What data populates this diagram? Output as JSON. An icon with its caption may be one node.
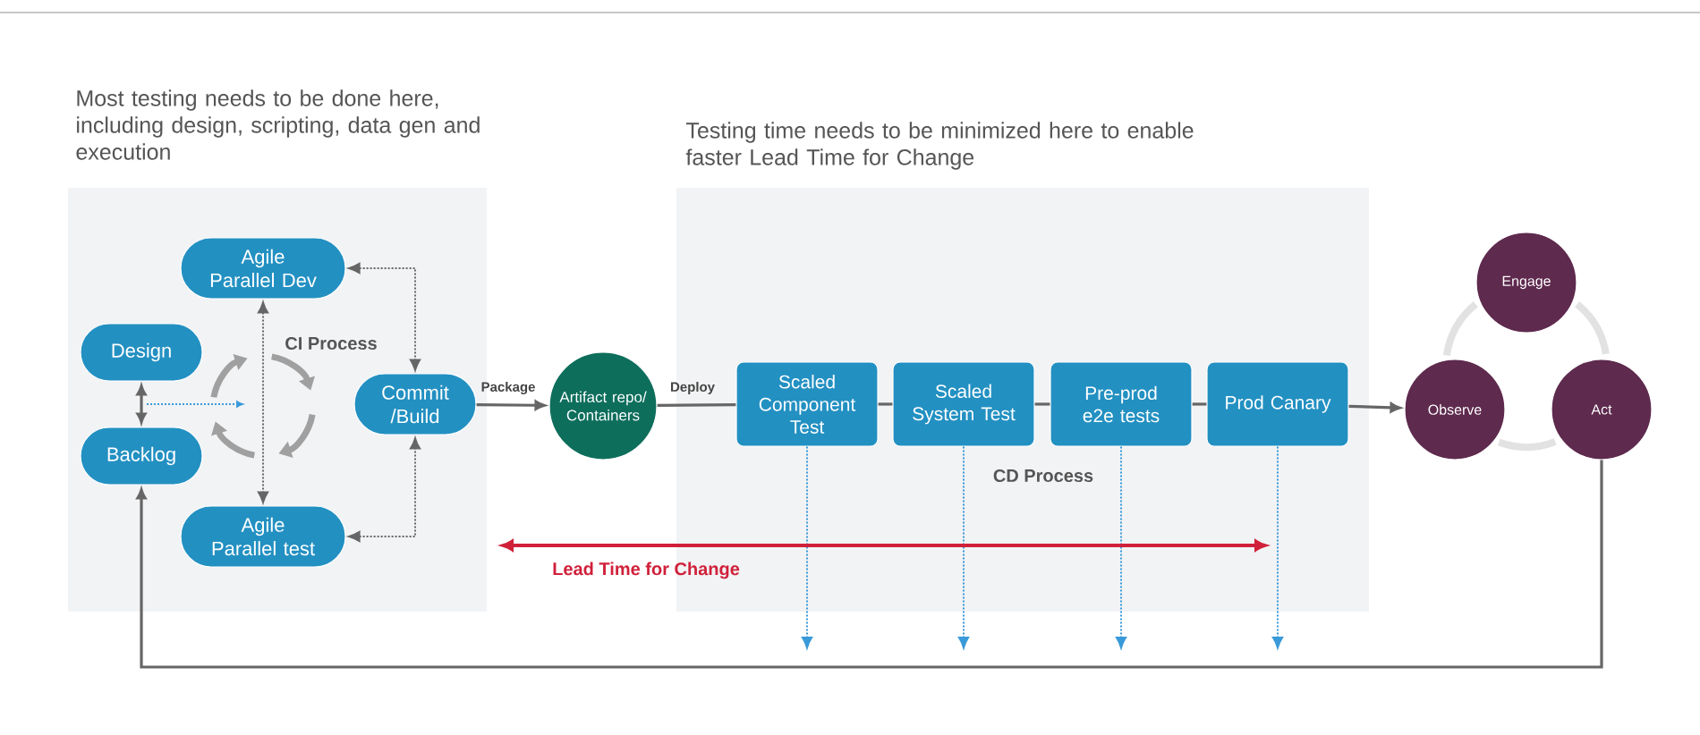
{
  "diagram": {
    "nodes": [
      {
        "text": [
          "Most testing needs to be done here, including design, scripting, data gen and execution",
          "CI Process"
        ]
      },
      {
        "text": [
          "Agile Parallel Dev"
        ],
        "in": 0
      },
      {
        "text": [
          "Design"
        ],
        "in": 0
      },
      {
        "text": [
          "Commit /Build"
        ],
        "in": 0
      },
      {
        "text": [
          "Backlog"
        ],
        "in": 0
      },
      {
        "text": [
          "Agile Parallel test"
        ],
        "in": 0
      },
      {
        "text": [
          "Artifact repo/ Containers"
        ]
      },
      {
        "text": [
          "Testing time needs to be minimized here to enable faster Lead Time for Change",
          "CD Process"
        ]
      },
      {
        "text": [
          "Scaled Component Test"
        ],
        "in": 7
      },
      {
        "text": [
          "Scaled System Test"
        ],
        "in": 7
      },
      {
        "text": [
          "Pre-prod e2e tests"
        ],
        "in": 7
      },
      {
        "text": [
          "Prod Canary"
        ],
        "in": 7
      },
      {
        "text": [
          "Engage"
        ]
      },
      {
        "text": [
          "Observe"
        ]
      },
      {
        "text": [
          "Act"
        ]
      },
      {
        "text": [],
        "shape": "circle"
      }
    ],
    "edges": [
      {
        "from": 1,
        "to": 3,
        "arrow": "both",
        "style": "dashed"
      },
      {
        "from": 5,
        "to": 3,
        "arrow": "both",
        "style": "dashed"
      },
      {
        "from": 1,
        "to": 5,
        "arrow": "both",
        "style": "dashed"
      },
      {
        "from": 2,
        "to": 4,
        "arrow": "both"
      },
      {
        "from": 3,
        "to": 6,
        "arrow": "to",
        "label": "Package"
      },
      {
        "from": 6,
        "to": 8,
        "arrow": "none",
        "label": "Deploy"
      },
      {
        "from": 8,
        "to": 9,
        "arrow": "none"
      },
      {
        "from": 9,
        "to": 10,
        "arrow": "none"
      },
      {
        "from": 10,
        "to": 11,
        "arrow": "none"
      },
      {
        "from": 11,
        "to": 13,
        "arrow": "to"
      },
      {
        "from": 14,
        "to": 4,
        "arrow": "to"
      },
      {
        "from": 8,
        "to": null,
        "arrow": "to",
        "style": "dashed",
        "color": "#3a9ad9"
      },
      {
        "from": 9,
        "to": null,
        "arrow": "to",
        "style": "dashed",
        "color": "#3a9ad9"
      },
      {
        "from": 10,
        "to": null,
        "arrow": "to",
        "style": "dashed",
        "color": "#3a9ad9"
      },
      {
        "from": 11,
        "to": null,
        "arrow": "to",
        "style": "dashed",
        "color": "#3a9ad9"
      }
    ],
    "labels": [
      "Lead Time for Change"
    ]
  }
}
